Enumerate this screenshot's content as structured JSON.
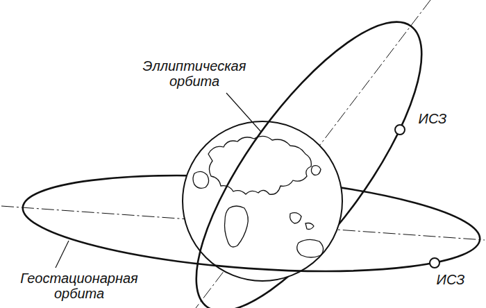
{
  "diagram": {
    "labels": [
      "Эллиптическая орбита",
      "ИСЗ",
      "ИСЗ",
      "Геостационарная орбита"
    ]
  }
}
